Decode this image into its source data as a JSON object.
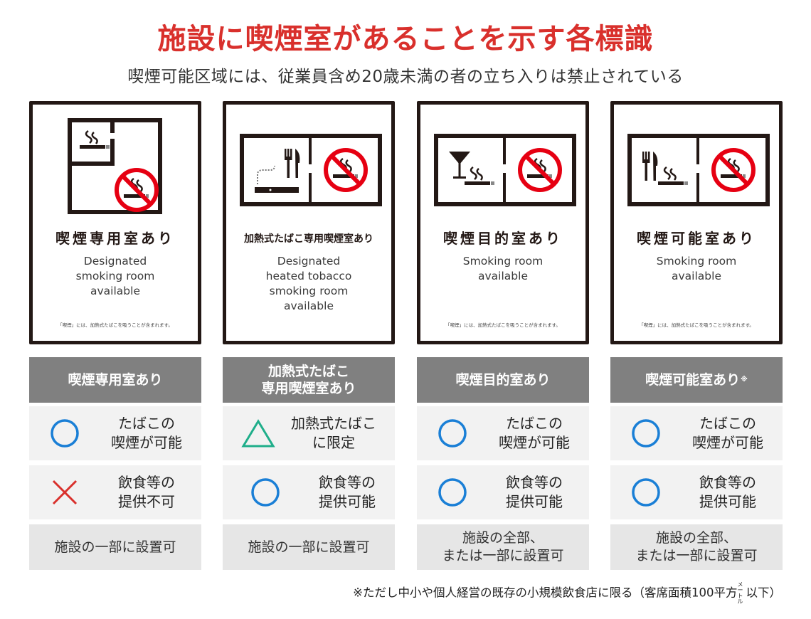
{
  "title": "施設に喫煙室があることを示す各標識",
  "subtitle": "喫煙可能区域には、従業員含め20歳未満の者の立ち入りは禁止されている",
  "colors": {
    "title": "#d9302c",
    "header_bg": "#808080",
    "row_bg": "#f2f2f2",
    "foot_bg": "#e6e6e6",
    "circle": "#1a7fd6",
    "cross": "#d9302c",
    "triangle": "#1fae8a",
    "prohibition": "#e60012",
    "sign_ink": "#231815"
  },
  "columns": [
    {
      "sign": {
        "pictogram": "designated-smoking-room-floorplan",
        "jp": "喫煙専用室あり",
        "en": "Designated\nsmoking room\navailable",
        "note": "「喫煙」には、加熱式たばこを吸うことが含まれます。"
      },
      "header": "喫煙専用室あり",
      "header_mark": "",
      "smoking": {
        "mark": "circle",
        "text": "たばこの\n喫煙が可能"
      },
      "food": {
        "mark": "cross",
        "text": "飲食等の\n提供不可"
      },
      "placement": "施設の一部に設置可"
    },
    {
      "sign": {
        "pictogram": "heated-tobacco-with-dining",
        "jp": "加熱式たばこ専用喫煙室あり",
        "en": "Designated\nheated tobacco\nsmoking room\navailable",
        "note": ""
      },
      "header": "加熱式たばこ\n専用喫煙室あり",
      "header_mark": "",
      "smoking": {
        "mark": "triangle",
        "text": "加熱式たばこ\nに限定"
      },
      "food": {
        "mark": "circle",
        "text": "飲食等の\n提供可能"
      },
      "placement": "施設の一部に設置可"
    },
    {
      "sign": {
        "pictogram": "cocktail-and-cigarette",
        "jp": "喫煙目的室あり",
        "en": "Smoking room\navailable",
        "note": "「喫煙」には、加熱式たばこを吸うことが含まれます。"
      },
      "header": "喫煙目的室あり",
      "header_mark": "",
      "smoking": {
        "mark": "circle",
        "text": "たばこの\n喫煙が可能"
      },
      "food": {
        "mark": "circle",
        "text": "飲食等の\n提供可能"
      },
      "placement": "施設の全部、\nまたは一部に設置可"
    },
    {
      "sign": {
        "pictogram": "fork-knife-and-cigarette",
        "jp": "喫煙可能室あり",
        "en": "Smoking room\navailable",
        "note": "「喫煙」には、加熱式たばこを吸うことが含まれます。"
      },
      "header": "喫煙可能室あり",
      "header_mark": "※",
      "smoking": {
        "mark": "circle",
        "text": "たばこの\n喫煙が可能"
      },
      "food": {
        "mark": "circle",
        "text": "飲食等の\n提供可能"
      },
      "placement": "施設の全部、\nまたは一部に設置可"
    }
  ],
  "footnote": {
    "text": "※ただし中小や個人経営の既存の小規模飲食店に限る（客席面積100平方",
    "unit": "メートル",
    "suffix": "以下）"
  }
}
